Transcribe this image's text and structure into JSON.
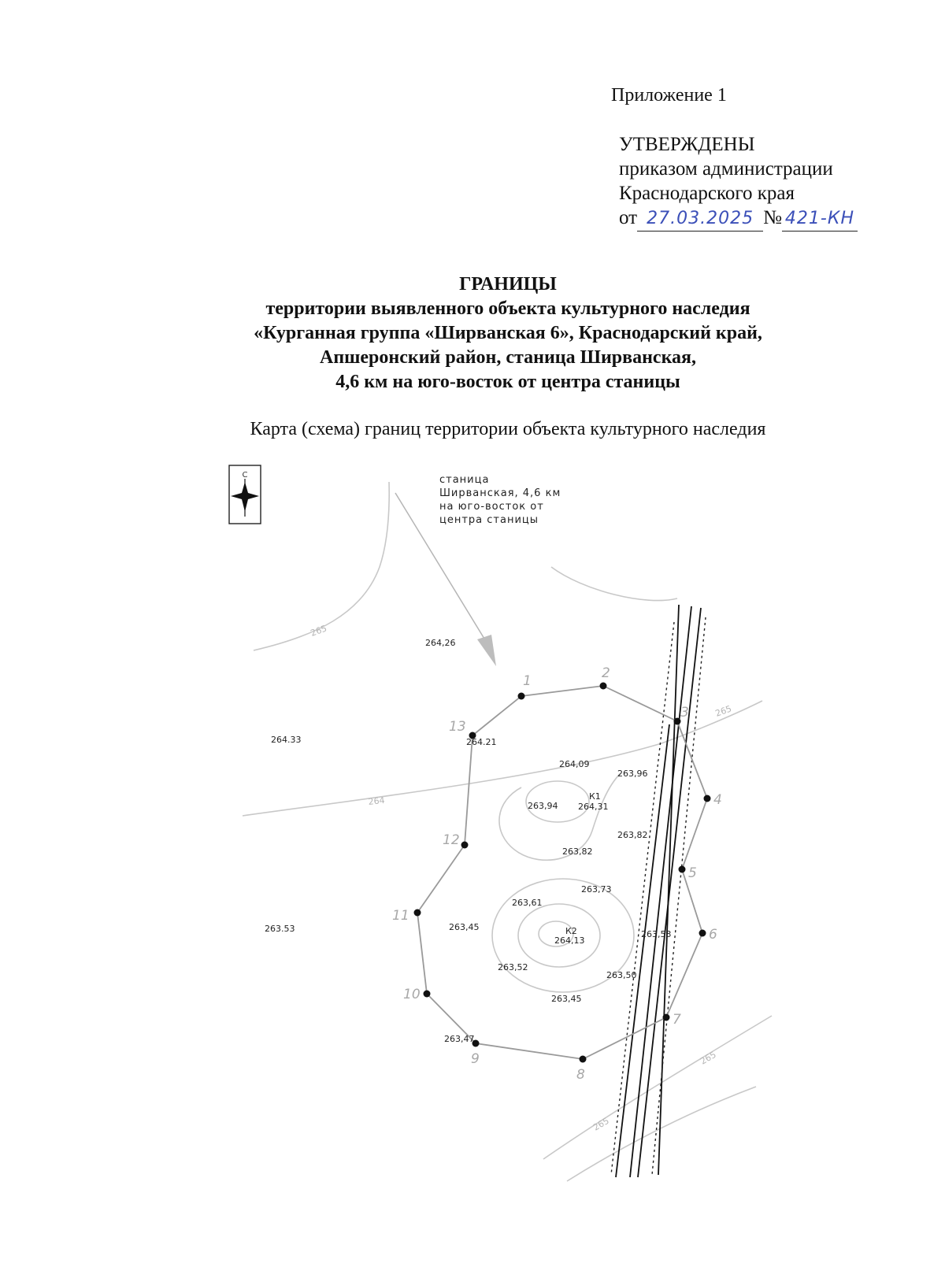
{
  "annex": "Приложение 1",
  "approval": {
    "line1": "УТВЕРЖДЕНЫ",
    "line2": "приказом администрации",
    "line3": "Краснодарского края",
    "date_prefix": "от",
    "date_value": "27.03.2025",
    "number_prefix": "№",
    "number_value": "421-КН"
  },
  "title": {
    "heading": "ГРАНИЦЫ",
    "line1": "территории выявленного объекта культурного наследия",
    "line2": "«Курганная группа «Ширванская 6», Краснодарский край,",
    "line3": "Апшеронский район, станица Ширванская,",
    "line4": "4,6 км на юго-восток от центра станицы"
  },
  "map_caption": "Карта (схема) границ территории объекта культурного наследия",
  "map": {
    "location_label": [
      "станица",
      "Ширванская, 4,6 км",
      "на юго-восток от",
      "центра станицы"
    ],
    "compass_label": "С",
    "mound_labels": [
      "К1",
      "К2"
    ],
    "point_numbers": [
      "1",
      "2",
      "3",
      "4",
      "5",
      "6",
      "7",
      "8",
      "9",
      "10",
      "11",
      "12",
      "13"
    ],
    "elevations": [
      "264,26",
      "264.33",
      "264.21",
      "264,09",
      "263,96",
      "263,94",
      "264,31",
      "263,82",
      "263,82",
      "263,73",
      "263,61",
      "263,45",
      "264,13",
      "263,53",
      "263,52",
      "263,50",
      "263,45",
      "263.53",
      "263,47"
    ],
    "contour_labels": [
      "265",
      "265",
      "265",
      "264",
      "265"
    ]
  }
}
